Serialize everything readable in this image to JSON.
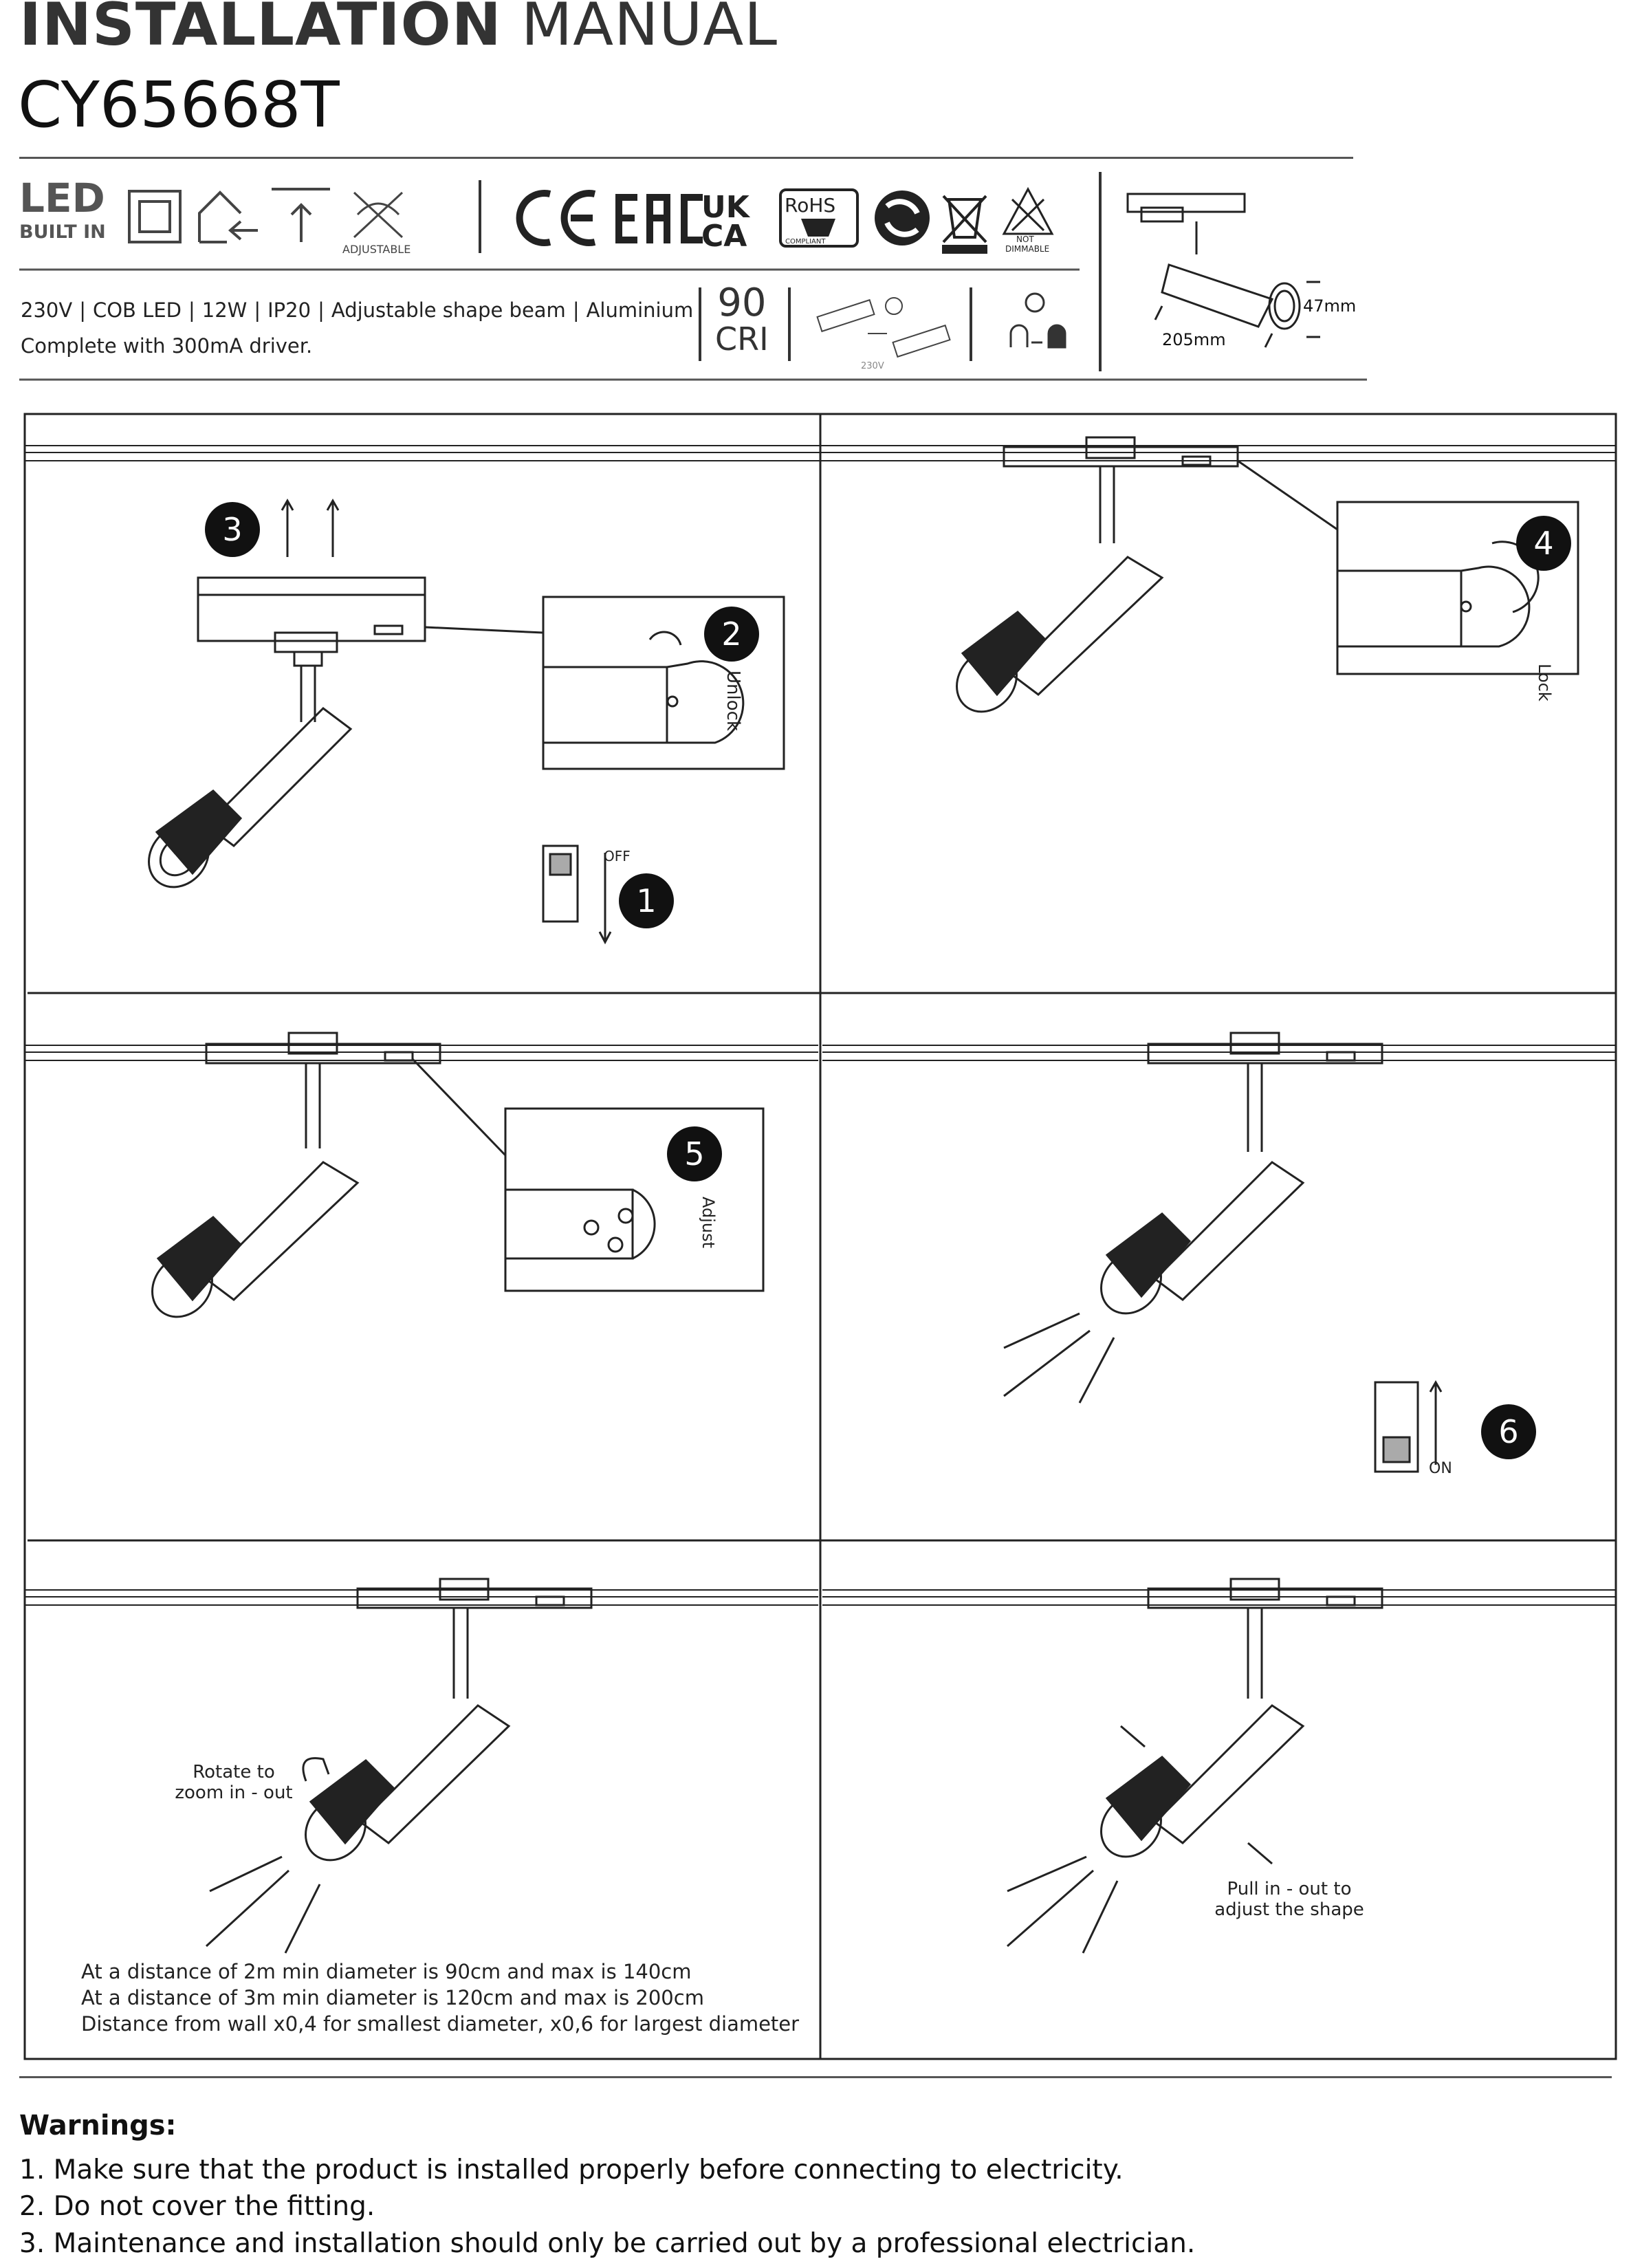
{
  "header": {
    "title_bold": "INSTALLATION",
    "title_light": "MANUAL",
    "model": "CY65668T"
  },
  "icons": {
    "led_top": "LED",
    "led_bottom": "BUILT IN",
    "adjustable": "ADJUSTABLE",
    "rohs_top": "RoHS",
    "rohs_bottom": "COMPLIANT",
    "not_dimmable": "NOT\nDIMMABLE",
    "cri_value": "90",
    "cri_label": "CRI",
    "driver_voltage": "230V"
  },
  "specs": {
    "items": [
      "230V",
      "COB LED",
      "12W",
      "IP20",
      "Adjustable shape beam",
      "Aluminium"
    ],
    "line2": "Complete with 300mA driver."
  },
  "dimensions": {
    "length": "205mm",
    "diameter": "47mm"
  },
  "steps": {
    "step1": {
      "number": "1",
      "label": "OFF"
    },
    "step2": {
      "number": "2",
      "label": "Unlock"
    },
    "step3": {
      "number": "3"
    },
    "step4": {
      "number": "4",
      "label": "Lock"
    },
    "step5": {
      "number": "5",
      "label": "Adjust"
    },
    "step6": {
      "number": "6",
      "label": "ON"
    }
  },
  "panels": {
    "rotate_label": "Rotate to\nzoom in - out",
    "pull_label": "Pull in - out to\nadjust the shape",
    "distance_notes": [
      "At a distance of 2m min diameter is 90cm and max is 140cm",
      "At a distance of 3m min diameter is 120cm and max is 200cm",
      "Distance from wall x0,4 for smallest diameter, x0,6 for largest diameter"
    ]
  },
  "warnings": {
    "title": "Warnings:",
    "items": [
      "1. Make sure that the product is installed properly before connecting to electricity.",
      "2. Do not cover the fitting.",
      "3. Maintenance and installation should only be carried out by a professional electrician."
    ]
  }
}
